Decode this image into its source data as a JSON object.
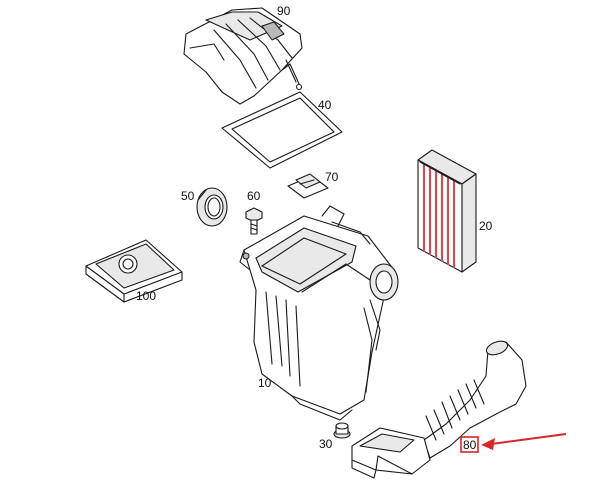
{
  "diagram": {
    "parts": [
      {
        "id": "10",
        "label": "10"
      },
      {
        "id": "20",
        "label": "20"
      },
      {
        "id": "30",
        "label": "30"
      },
      {
        "id": "40",
        "label": "40"
      },
      {
        "id": "50",
        "label": "50"
      },
      {
        "id": "60",
        "label": "60"
      },
      {
        "id": "70",
        "label": "70"
      },
      {
        "id": "80",
        "label": "80"
      },
      {
        "id": "90",
        "label": "90"
      },
      {
        "id": "100",
        "label": "100"
      }
    ],
    "highlighted_part": "80",
    "colors": {
      "highlight": "#d9262b",
      "filter_pleat": "#c8505a",
      "line": "#1a1a1a"
    }
  }
}
